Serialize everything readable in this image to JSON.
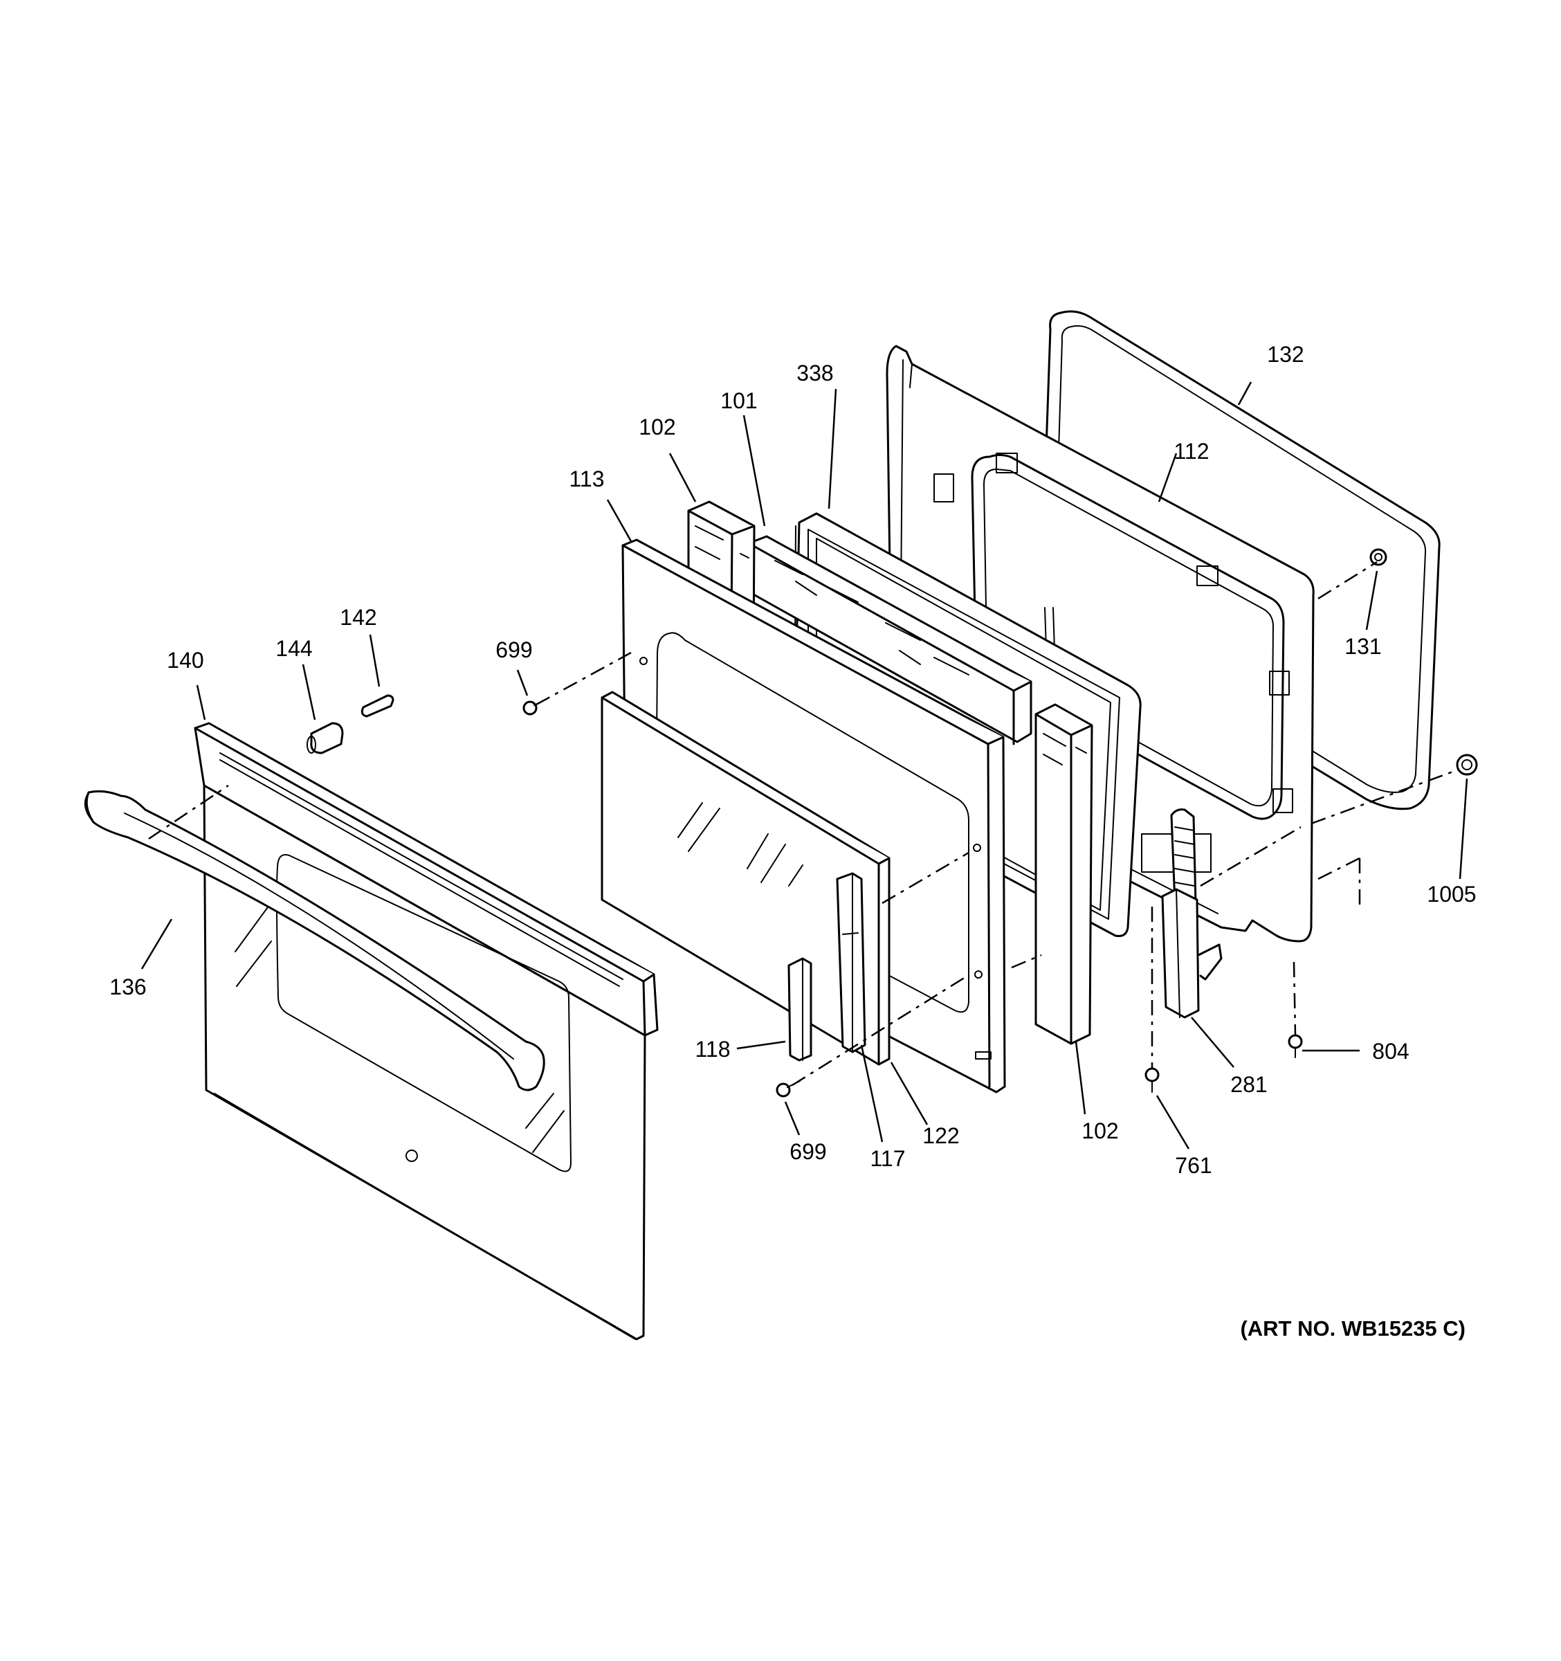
{
  "diagram": {
    "art_number": "(ART NO. WB15235 C)",
    "callouts": {
      "c132": "132",
      "c338": "338",
      "c101": "101",
      "c102_top": "102",
      "c113": "113",
      "c112": "112",
      "c131": "131",
      "c699_top": "699",
      "c142": "142",
      "c144": "144",
      "c140": "140",
      "c136": "136",
      "c1005": "1005",
      "c118": "118",
      "c804": "804",
      "c281": "281",
      "c102_bottom": "102",
      "c699_bottom": "699",
      "c117": "117",
      "c122": "122",
      "c761": "761"
    }
  }
}
